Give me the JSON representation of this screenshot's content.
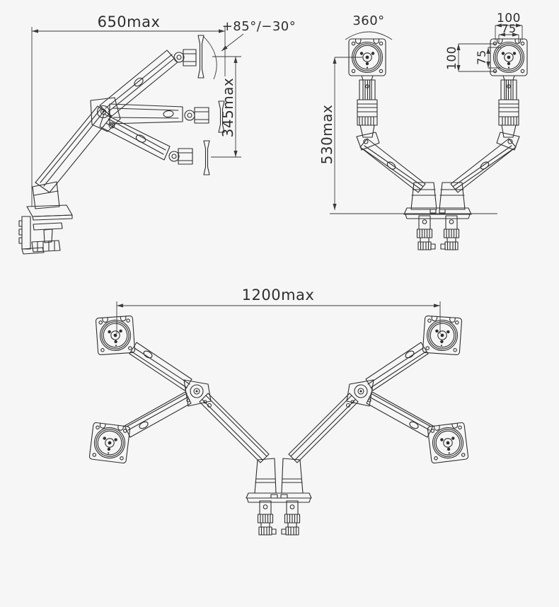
{
  "drawing": {
    "background_color": "#f6f6f7",
    "line_color": "#2e2e2e",
    "product": "gas-spring dual monitor desk mount dimension drawing",
    "views": {
      "side": {
        "reach_max": "650max",
        "tilt_range": "+85°/−30°",
        "lift_range": "345max"
      },
      "front": {
        "swivel": "360°",
        "vesa_width_outer": "100",
        "vesa_width_inner": "75",
        "vesa_height_outer": "100",
        "vesa_height_inner": "75",
        "height_max": "530max"
      },
      "top": {
        "span_max": "1200max"
      }
    }
  }
}
